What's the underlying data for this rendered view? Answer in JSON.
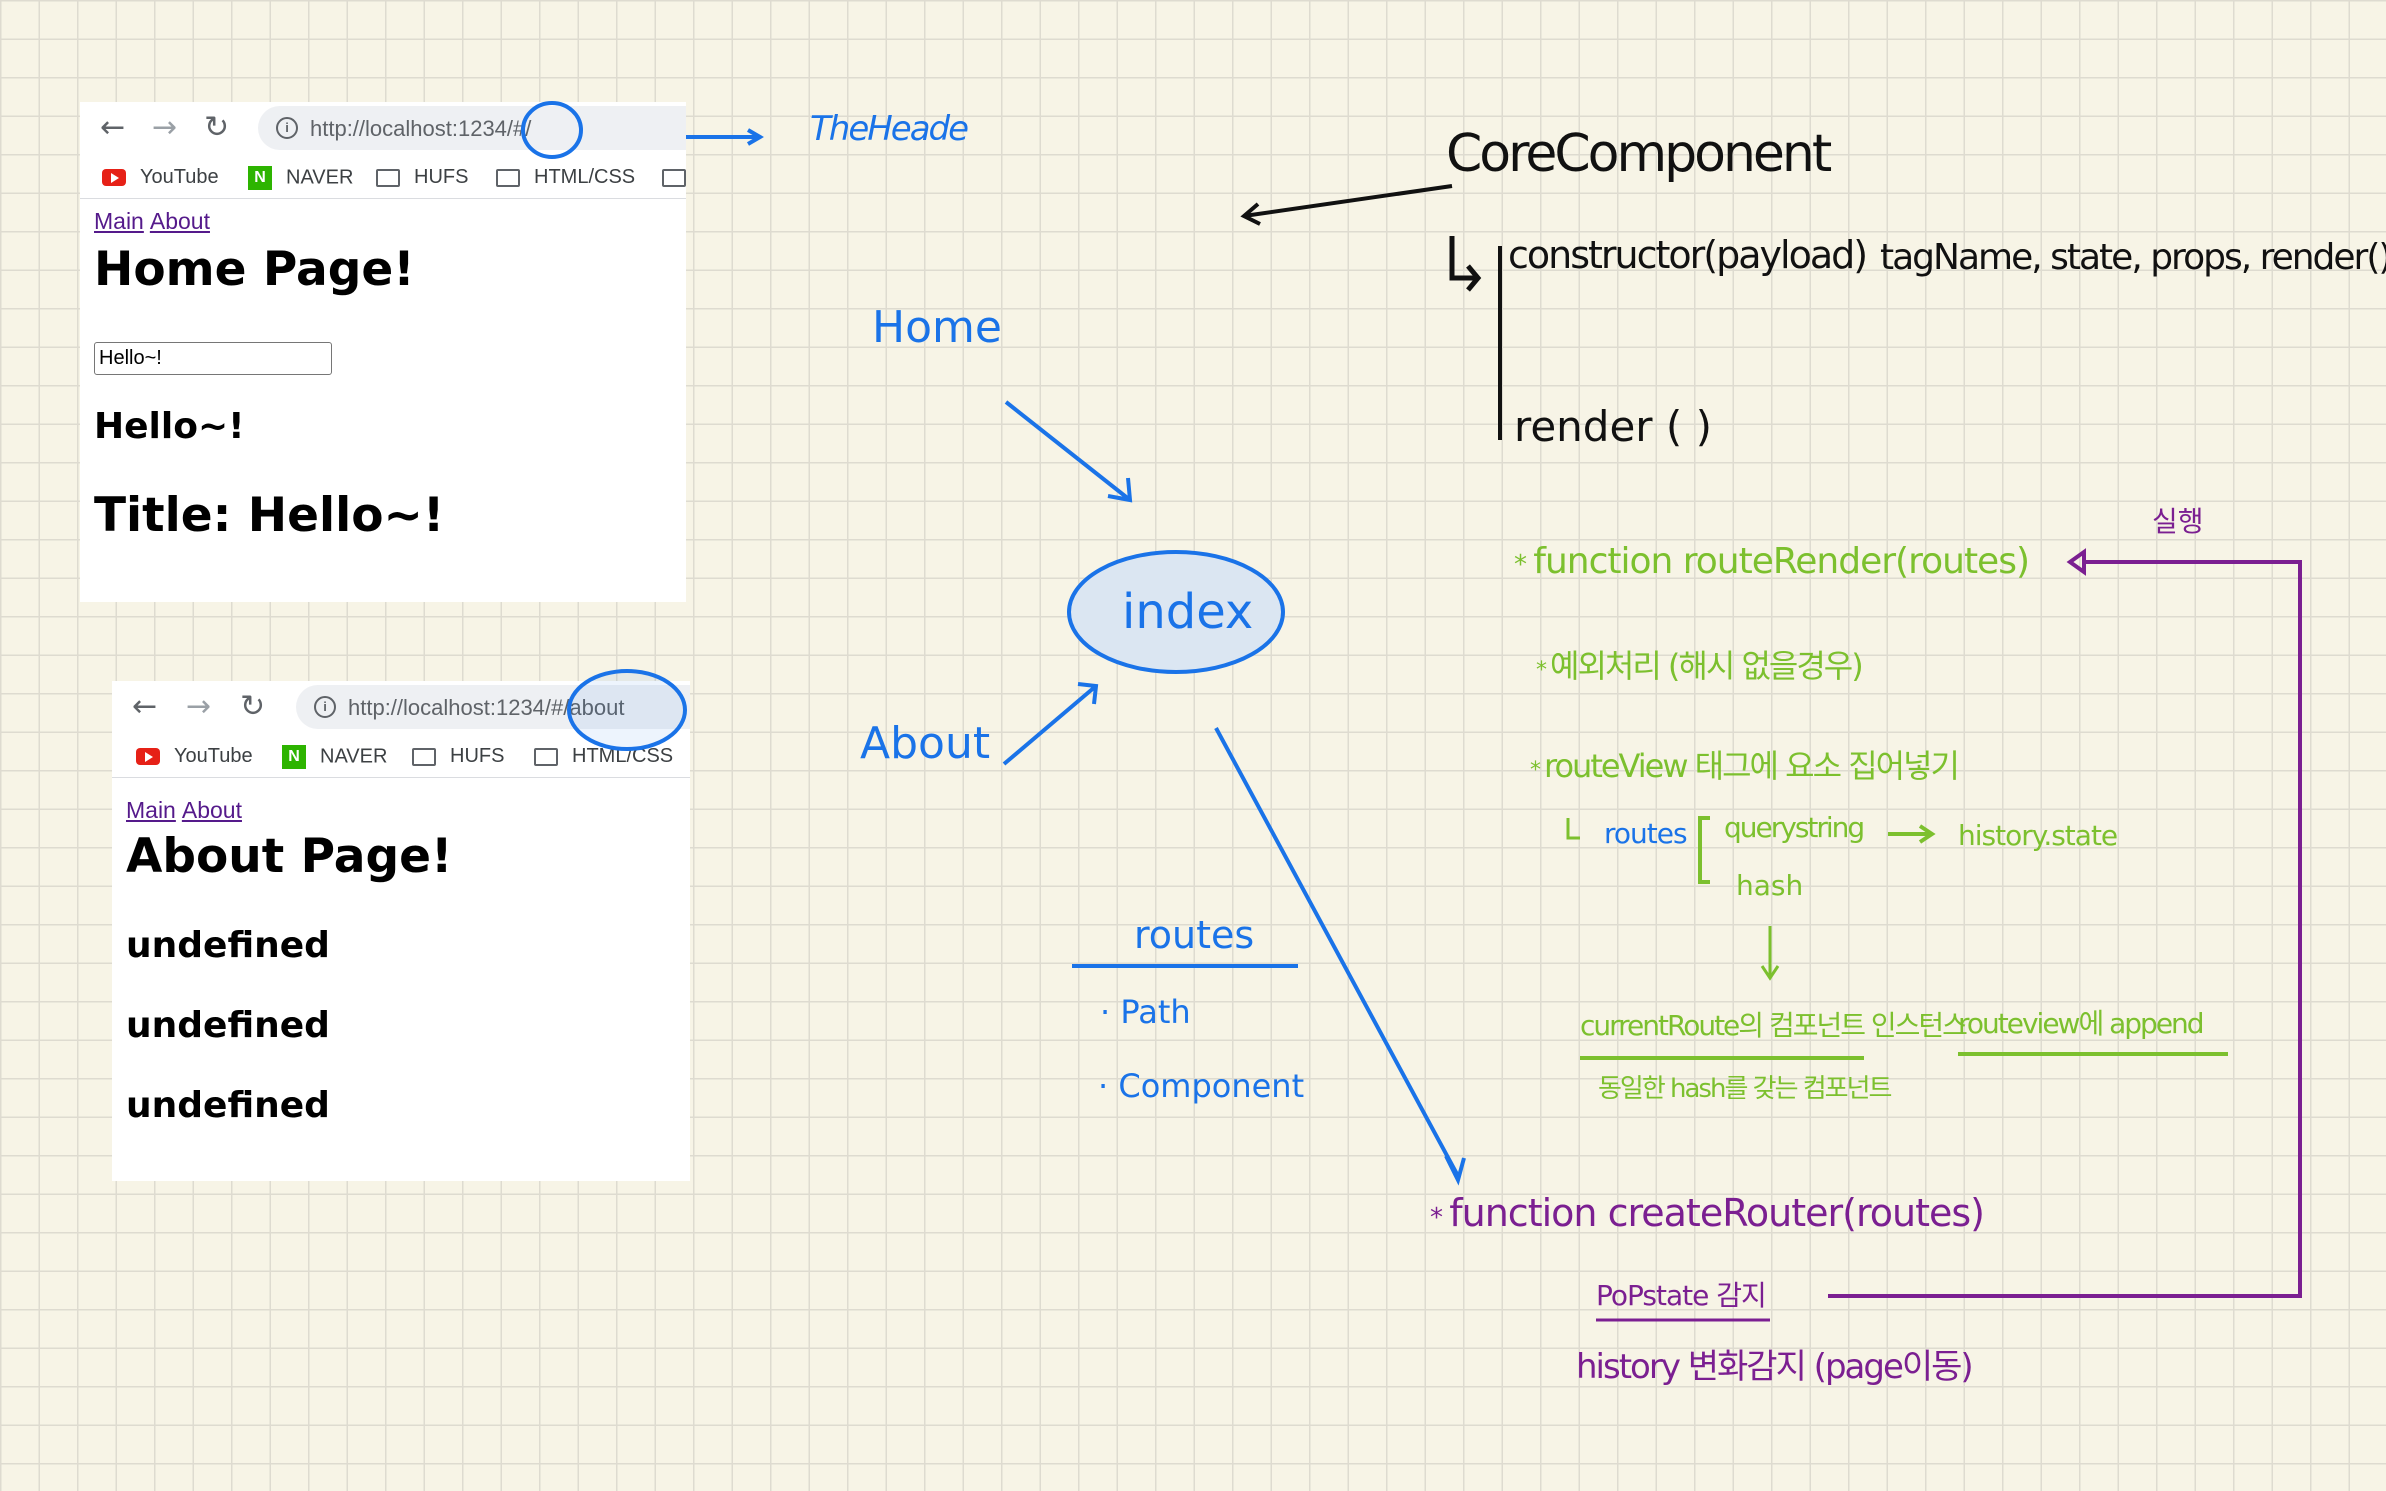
{
  "colors": {
    "blue_ink": "#1a73e8",
    "black_ink": "#111111",
    "green_ink": "#7cc02e",
    "purple_ink": "#7b1f91",
    "link": "#551a8b"
  },
  "screenshot_home": {
    "url_host": "http://localhost:1234",
    "url_path": "/#/",
    "bookmarks": [
      "YouTube",
      "NAVER",
      "HUFS",
      "HTML/CSS"
    ],
    "nav_links": [
      "Main",
      "About"
    ],
    "heading": "Home Page!",
    "input_value": "Hello~!",
    "text": "Hello~!",
    "title_text": "Title: Hello~!"
  },
  "screenshot_about": {
    "url_host": "http://localhost:1234",
    "url_path": "/#/about",
    "bookmarks": [
      "YouTube",
      "NAVER",
      "HUFS",
      "HTML/CSS"
    ],
    "nav_links": [
      "Main",
      "About"
    ],
    "heading": "About Page!",
    "lines": [
      "undefined",
      "undefined",
      "undefined"
    ]
  },
  "notes": {
    "the_header": "TheHeade",
    "home": "Home",
    "about": "About",
    "index": "index",
    "routes_title": "routes",
    "routes_items": [
      "· Path",
      "· Component"
    ],
    "core_component": "CoreComponent",
    "constructor_line": "constructor(payload)",
    "constructor_props": "tagName, state, props, render()",
    "render": "render ( )",
    "route_render": "function routeRender(routes)",
    "exception": "예외처리 (해시 없을경우)",
    "insert": "routeView 태그에 요소 집어넣기",
    "routes_label": "routes",
    "querystring": "querystring",
    "history_state": "history.state",
    "hash": "hash",
    "current_route": "currentRoute의 컴포넌트 인스턴스",
    "append": "routeview에 append",
    "matching": "동일한 hash를 갖는 컴포넌트",
    "execute": "실행",
    "create_router": "function createRouter(routes)",
    "popstate": "PoPstate 감지",
    "history_change": "history 변화감지 (page이동)"
  }
}
